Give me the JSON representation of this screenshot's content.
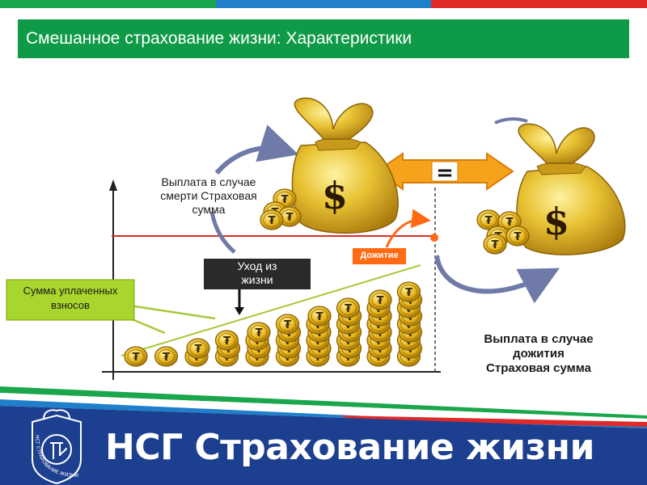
{
  "top_stripe_colors": [
    "#1aa64a",
    "#1f7fcb",
    "#e02a2a"
  ],
  "title": "Смешанное страхование жизни: Характеристики",
  "labels": {
    "death_payout": [
      "Выплата в случае",
      "смерти Страховая",
      "сумма"
    ],
    "leaving_life": [
      "Уход из",
      "жизни"
    ],
    "survival_tag": "Дожитие",
    "premiums_sum": [
      "Сумма уплаченных",
      "взносов"
    ],
    "survival_payout": [
      "Выплата в случае",
      "дожития",
      "Страховая сумма"
    ],
    "equals_sign": "="
  },
  "coin_symbol": "₮",
  "dollar_symbol": "$",
  "coin_stacks": [
    1,
    1,
    2,
    3,
    4,
    5,
    6,
    7,
    8,
    9
  ],
  "brand": {
    "name": "НСГ Страхование жизни",
    "emblem_text": "НСГ СТРАХОВАНИЕ ЖИЗНИ"
  },
  "colors": {
    "title_bg": "#0f9a47",
    "red_line": "#e02a2a",
    "premium_line": "#a8c93a",
    "label_box_green": "#a8d62c",
    "label_box_dark": "#2a2a2a",
    "survival_tag": "#ff6a13",
    "footer_blue": "#1c3f8f",
    "coin_gold": "#e8b517",
    "bag_gold": "#e3b22a"
  }
}
